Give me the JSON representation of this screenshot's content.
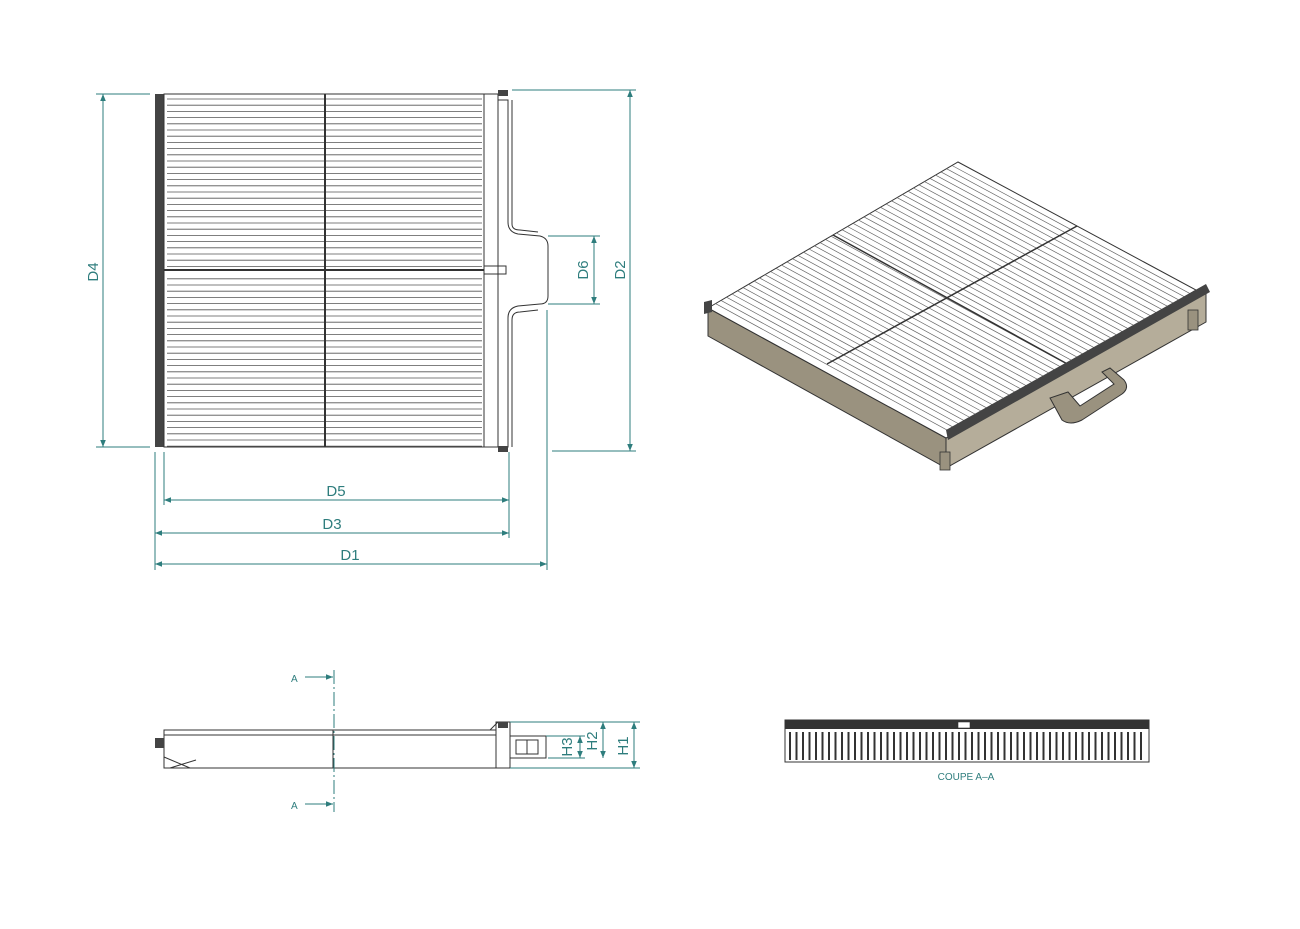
{
  "colors": {
    "dimension": "#2e7d7d",
    "line": "#333333",
    "seal": "#444444",
    "frame": "#9a927f"
  },
  "top_view": {
    "dimensions": {
      "d1": "D1",
      "d2": "D2",
      "d3": "D3",
      "d4": "D4",
      "d5": "D5",
      "d6": "D6"
    }
  },
  "side_view": {
    "dimensions": {
      "h1": "H1",
      "h2": "H2",
      "h3": "H3"
    },
    "section_marks": {
      "top": "A",
      "bottom": "A"
    }
  },
  "section_view": {
    "caption": "COUPE A–A"
  }
}
